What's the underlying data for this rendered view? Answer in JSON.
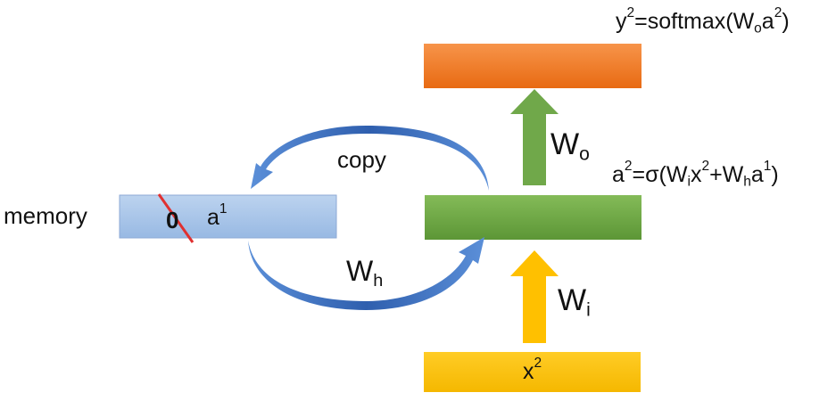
{
  "memory": {
    "label": "memory",
    "old_value": "0",
    "a_base": "a",
    "a_sup": "1"
  },
  "output": {
    "eq": {
      "y": "y",
      "y_sup": "2",
      "mid": "=softmax(W",
      "wo_sub": "o",
      "a": "a",
      "a_sup": "2",
      "close": ")"
    }
  },
  "hidden": {
    "eq": {
      "a": "a",
      "a_sup": "2",
      "mid": "=σ(W",
      "wi_sub": "i",
      "x": "x",
      "x_sup": "2",
      "plus": "+W",
      "wh_sub": "h",
      "a2": "a",
      "a2_sup": "1",
      "close": ")"
    }
  },
  "arrows": {
    "copy_label": "copy",
    "wh": {
      "base": "W",
      "sub": "h"
    },
    "wo": {
      "base": "W",
      "sub": "o"
    },
    "wi": {
      "base": "W",
      "sub": "i"
    }
  },
  "input": {
    "x": "x",
    "x_sup": "2"
  },
  "colors": {
    "output_box": "#f07a22",
    "hidden_box": "#6fa844",
    "input_box": "#ffc000",
    "memory_box": "#a9c6ea",
    "up_arrow_green": "#70a84a",
    "up_arrow_yellow": "#ffc000",
    "curve_arrow": "#4472c4",
    "strike": "#e03030"
  }
}
